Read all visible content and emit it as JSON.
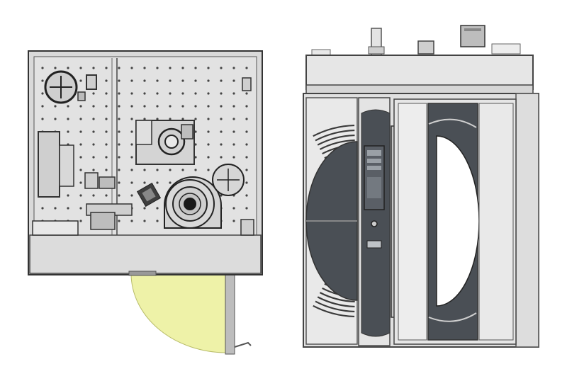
{
  "figure": {
    "views": [
      {
        "id": "plan",
        "kind": "top-view"
      },
      {
        "id": "front",
        "kind": "front-elevation"
      }
    ],
    "colors": {
      "panel": "#d6d6d6",
      "panel_light": "#e6e6e6",
      "outline": "#3a3a3a",
      "dark_panel": "#4a4f55",
      "door_swing": "#eef2a8",
      "frame": "#c9c9c9",
      "white": "#ffffff"
    },
    "icons": [
      "fan-icon",
      "motor-icon",
      "vent-grille-icon",
      "door-handle-icon",
      "control-panel-icon"
    ]
  }
}
